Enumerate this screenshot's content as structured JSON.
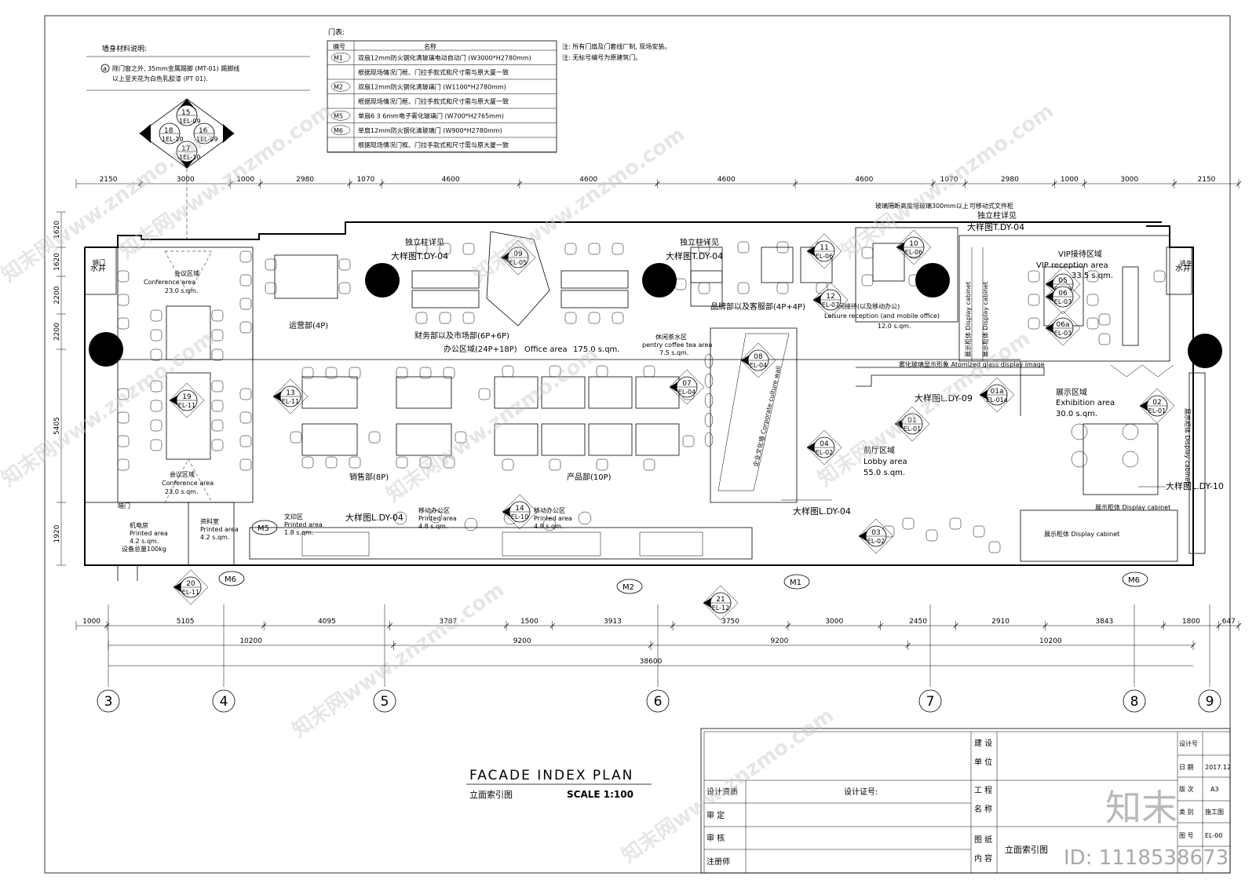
{
  "material_note": {
    "title": "墙身材料说明:",
    "marker": "a",
    "lines": [
      "除门窗之外, 35mm金属踢脚 (MT-01) 踢脚线",
      "以上至天花为白色乳胶漆 (PT 01)."
    ]
  },
  "door_schedule": {
    "title": "门表:",
    "col_code": "编号",
    "col_name": "名称",
    "rows": [
      {
        "code": "M1",
        "text": "双扇12mm防火钢化清玻璃电动自动门 (W3000*H2780mm)"
      },
      {
        "code": "",
        "text": "根据现场情况门框、门拉手款式和尺寸需与原大厦一致"
      },
      {
        "code": "M2",
        "text": "双扇12mm防火钢化清玻璃门 (W1100*H2780mm)"
      },
      {
        "code": "",
        "text": "根据现场情况门框、门拉手款式和尺寸需与原大厦一致"
      },
      {
        "code": "M5",
        "text": "单扇6 3 6mm电子雾化玻璃门 (W700*H2765mm)"
      },
      {
        "code": "M6",
        "text": "单扇12mm防火钢化清玻璃门 (W900*H2780mm)"
      },
      {
        "code": "",
        "text": "根据现场情况门框、门拉手款式和尺寸需与原大厦一致"
      }
    ],
    "notes": [
      "注: 所有门扇及门套线厂制, 现场安装。",
      "注: 无标号编号为原建筑门。"
    ]
  },
  "top_dims": [
    "2150",
    "3000",
    "1000",
    "2980",
    "1070",
    "4600",
    "4600",
    "4600",
    "4600",
    "1070",
    "2980",
    "1000",
    "3000",
    "2150"
  ],
  "bottom_dims": [
    "1000",
    "5105",
    "4095",
    "3787",
    "1500",
    "3913",
    "3750",
    "3000",
    "2450",
    "2910",
    "3843",
    "1800",
    "647"
  ],
  "bottom_dims2": [
    "10200",
    "9200",
    "9200",
    "10200"
  ],
  "total_dim": "38600",
  "left_dims": [
    "1620",
    "1620",
    "2200",
    "2200",
    "5405",
    "1920"
  ],
  "grid_axes": [
    "3",
    "4",
    "5",
    "6",
    "7",
    "8",
    "9"
  ],
  "rooms": [
    {
      "cn": "会议区域",
      "en": "Conference area",
      "area": "23.0 s.qm."
    },
    {
      "cn": "会议区域",
      "en": "Conference area",
      "area": "23.0 s.qm."
    },
    {
      "cn": "运营部(4P)"
    },
    {
      "cn": "财务部以及市场部(6P+6P)"
    },
    {
      "cn": "办公区域(24P+18P)",
      "en": "Office area",
      "area": "175.0 s.qm."
    },
    {
      "cn": "品牌部以及客服部(4P+4P)"
    },
    {
      "cn": "休闲接待(以及移动办公)",
      "en": "Leisure reception (and mobile office)",
      "area": "12.0 s.qm."
    },
    {
      "cn": "VIP接待区域",
      "en": "VIP reception area",
      "area": "33.5 s.qm."
    },
    {
      "cn": "休闲茶水区",
      "en": "pentry coffee tea area",
      "area": "7.5 s.qm."
    },
    {
      "cn": "销售部(8P)"
    },
    {
      "cn": "产品部(10P)"
    },
    {
      "cn": "前厅区域",
      "en": "Lobby area",
      "area": "55.0 s.qm."
    },
    {
      "cn": "展示区域",
      "en": "Exhibition area",
      "area": "30.0 s.qm."
    },
    {
      "cn": "机电房",
      "en": "Printed area",
      "area": "4.2 s.qm.",
      "extra": "设备总量100kg"
    },
    {
      "cn": "资料室",
      "en": "Printed area",
      "area": "4.2 s.qm."
    },
    {
      "cn": "文印区",
      "en": "Printed area",
      "area": "1.8 s.qm."
    },
    {
      "cn": "移动办公区",
      "en": "Printed area",
      "area": "4.8 s.qm."
    },
    {
      "cn": "移动办公区",
      "en": "Printed area",
      "area": "4.8 s.qm."
    }
  ],
  "callouts": [
    "大样图T.DY-04",
    "大样图T.DY-04",
    "大样图T.DY-04",
    "大样图L.DY-09",
    "大样图L.DY-04",
    "大样图L.DY-04",
    "大样图L.DY-10"
  ],
  "callout_heads": [
    "独立柱详见",
    "独立柱详见",
    "独立柱详见"
  ],
  "misc_labels": {
    "riser1": "水井",
    "riser2": "水井",
    "exit1": "暗门",
    "exit2": "暗门",
    "exit3": "逃生",
    "glass_wall": "玻璃隔断高度墙玻璃300mm以上",
    "file_cabinet": "可移动式文件柜",
    "atomized": "雾化玻璃显示形象 Atomized glass display image",
    "culture_wall": "企业文化墙 Corporate culture wall",
    "display1": "展示柜体 Display cabinet",
    "display2": "展示柜体 Display cabinet",
    "display3": "展示柜体 Display cabinet",
    "display4": "展示柜体 Display cabinet",
    "display5": "展示柜体 Display cabinet"
  },
  "doors": [
    "M1",
    "M2",
    "M5",
    "M6",
    "M6"
  ],
  "elev_markers": [
    {
      "num": "15",
      "ref": "1EL-09"
    },
    {
      "num": "16",
      "ref": "1EL-09"
    },
    {
      "num": "17",
      "ref": "1EL-10"
    },
    {
      "num": "18",
      "ref": "1EL-10"
    },
    {
      "num": "19",
      "ref": "EL-11"
    },
    {
      "num": "20",
      "ref": "EL-11"
    },
    {
      "num": "21",
      "ref": "EL-12"
    },
    {
      "num": "13",
      "ref": "EL-11"
    },
    {
      "num": "14",
      "ref": "EL-10"
    },
    {
      "num": "09",
      "ref": "EL-05"
    },
    {
      "num": "10",
      "ref": "EL-06"
    },
    {
      "num": "11",
      "ref": "EL-06"
    },
    {
      "num": "12",
      "ref": "EL-07"
    },
    {
      "num": "05",
      "ref": "EL-03"
    },
    {
      "num": "06",
      "ref": "EL-03"
    },
    {
      "num": "06a",
      "ref": "EL-03"
    },
    {
      "num": "07",
      "ref": "EL-04"
    },
    {
      "num": "08",
      "ref": "EL-04"
    },
    {
      "num": "04",
      "ref": "EL-02"
    },
    {
      "num": "03",
      "ref": "EL-02"
    },
    {
      "num": "01",
      "ref": "EL-01"
    },
    {
      "num": "01a",
      "ref": "EL-01a"
    },
    {
      "num": "02",
      "ref": "EL-01"
    }
  ],
  "title_block": {
    "title_en": "FACADE INDEX PLAN",
    "title_cn": "立面索引图",
    "scale": "SCALE 1:100",
    "row1": "设计资质",
    "row1b": "设计证号:",
    "row2": "审  定",
    "row3": "审  核",
    "row4": "注册师",
    "f_build": "建 设",
    "f_unit": "单 位",
    "f_proj": "工 程",
    "f_name": "名 称",
    "f_draw": "图 纸",
    "f_content": "内 容",
    "drawing_name": "立面索引图",
    "k_design_no": "设计号",
    "k_date": "日 期",
    "v_date": "2017.12",
    "k_edition": "版 次",
    "v_edition": "A3",
    "k_stage": "类 别",
    "v_stage": "施工图",
    "k_sheet": "图 号",
    "v_sheet": "EL-00"
  },
  "watermark": {
    "text": "知末网www.znzmo.com",
    "brand": "知末",
    "id": "ID: 1118538673"
  }
}
